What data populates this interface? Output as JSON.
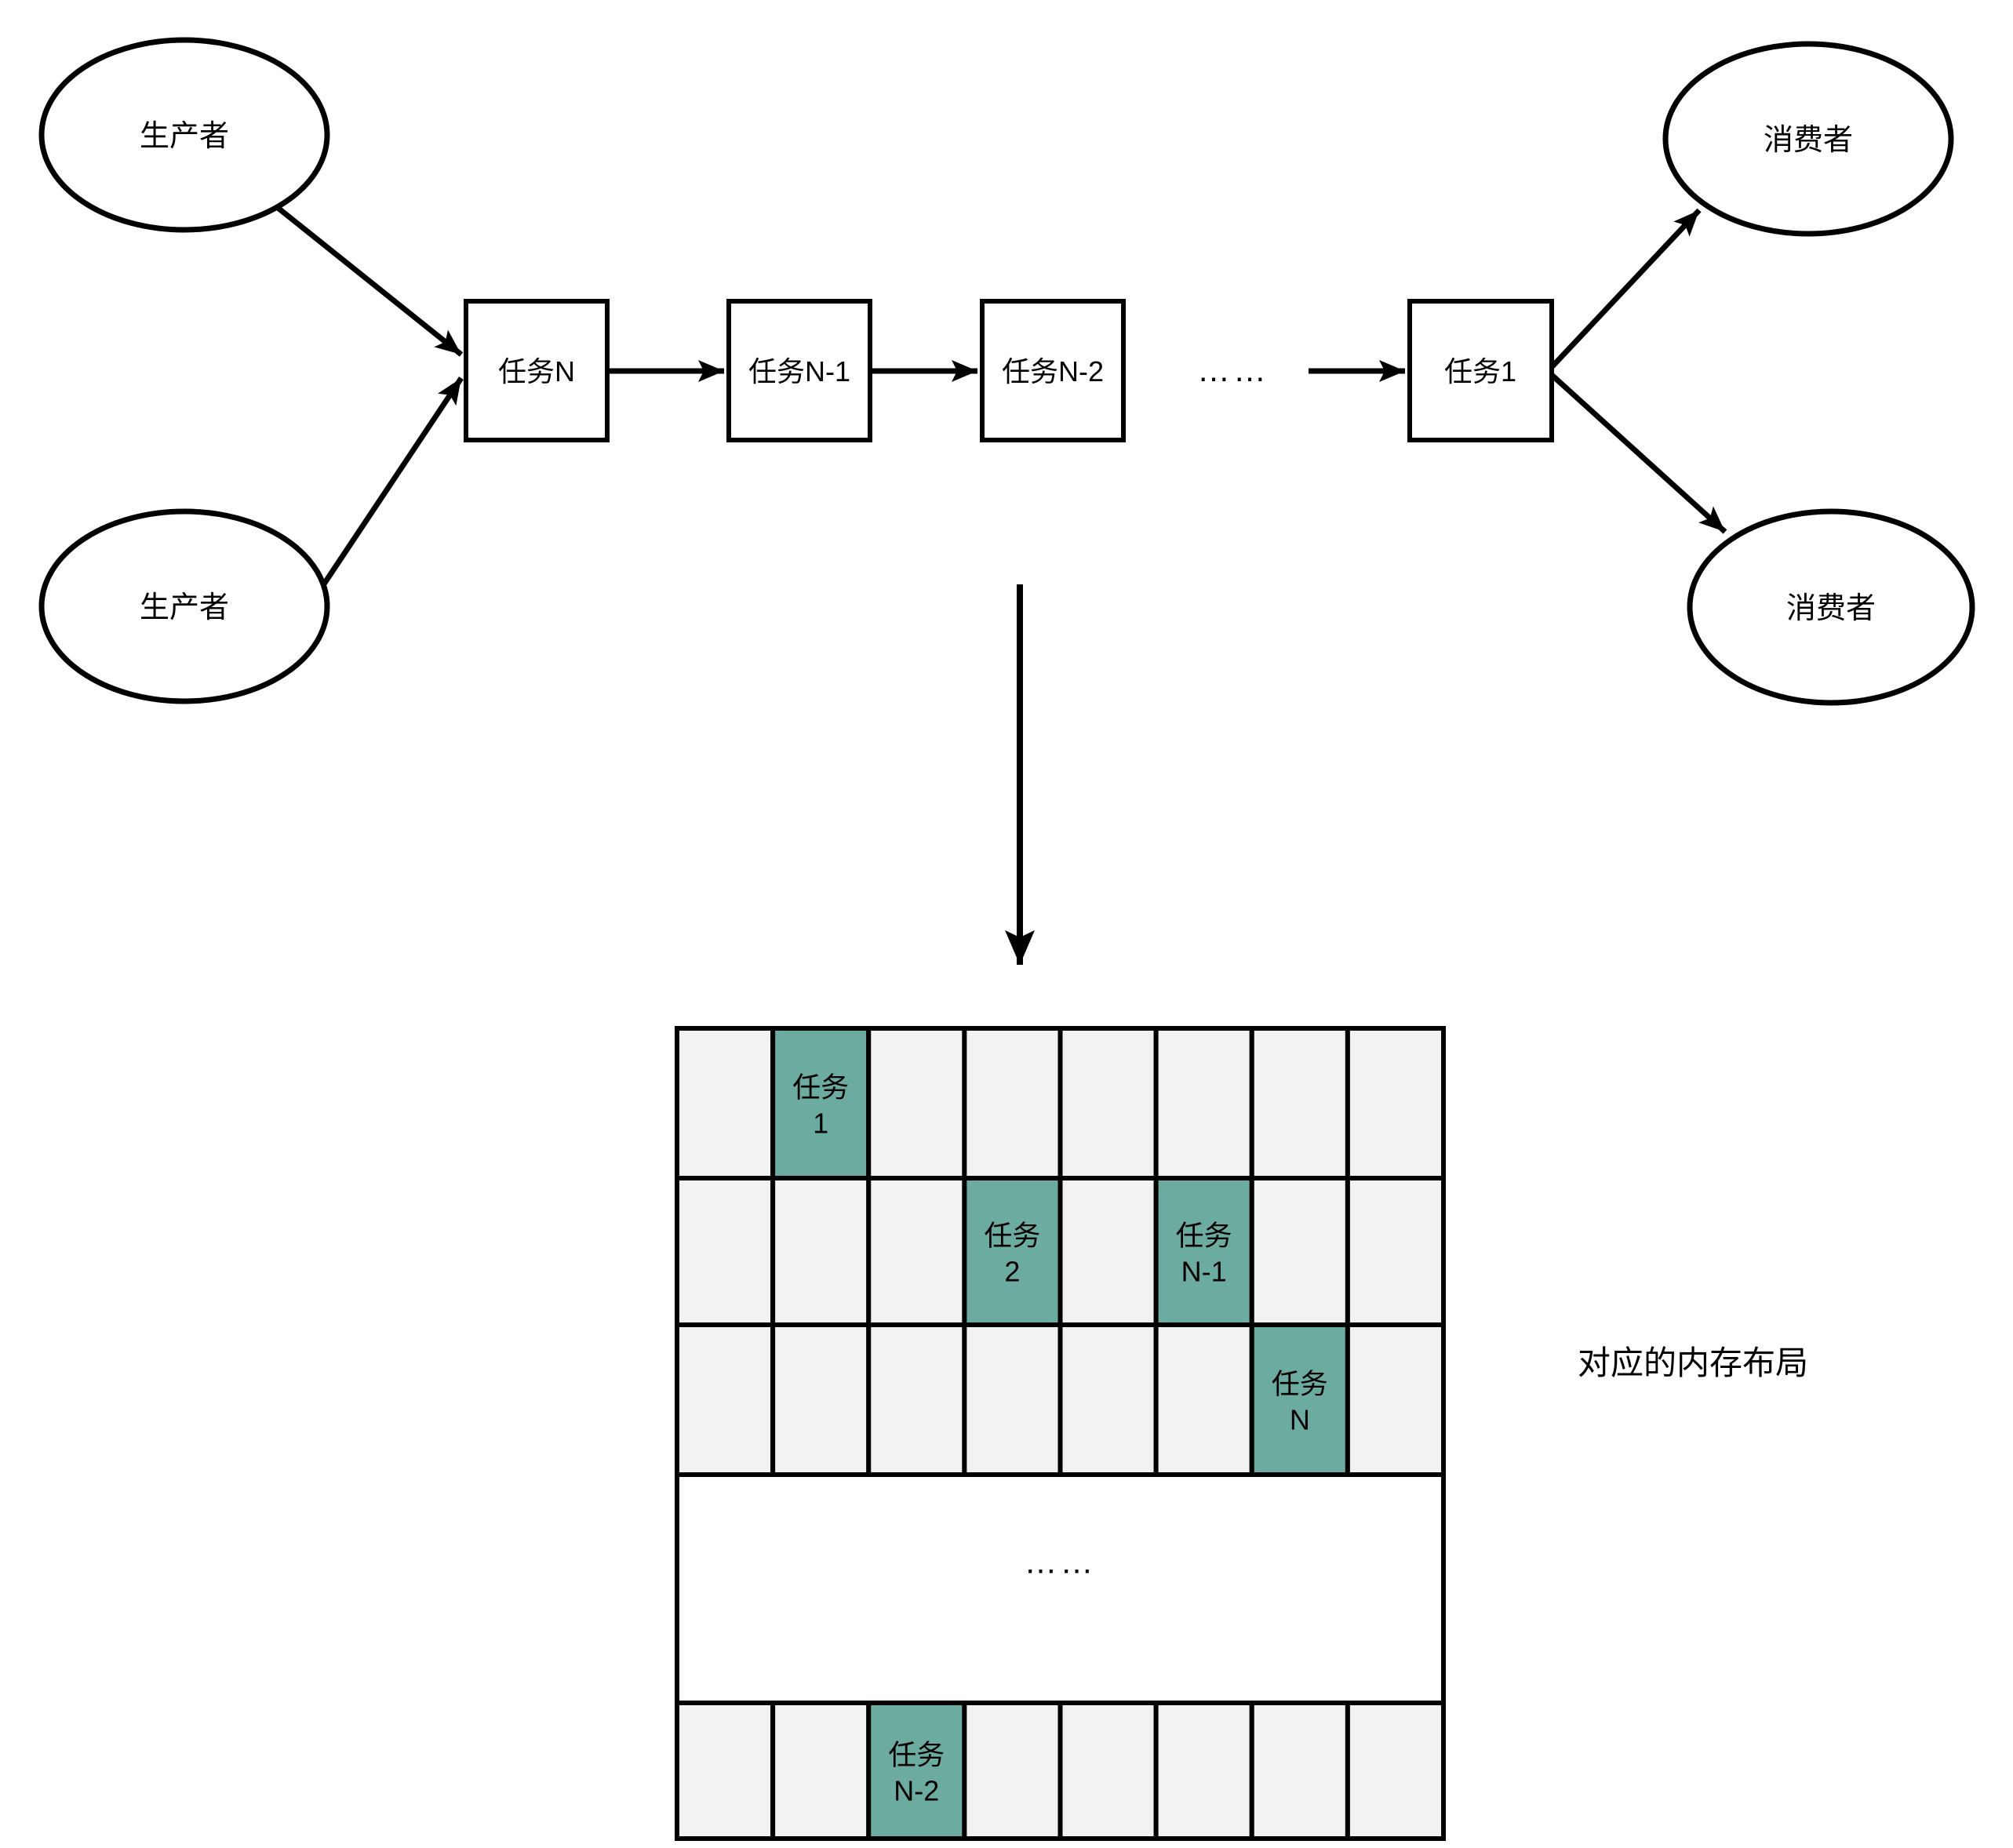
{
  "diagram": {
    "producers": [
      {
        "label": "生产者"
      },
      {
        "label": "生产者"
      }
    ],
    "consumers": [
      {
        "label": "消费者"
      },
      {
        "label": "消费者"
      }
    ],
    "tasks": [
      {
        "label": "任务N"
      },
      {
        "label": "任务N-1"
      },
      {
        "label": "任务N-2"
      },
      {
        "label": "任务1"
      }
    ],
    "pipeline_ellipsis": "……"
  },
  "memory": {
    "caption": "对应的内存布局",
    "columns": 8,
    "rows": [
      {
        "type": "cells",
        "highlights": [
          {
            "col": 2,
            "line1": "任务",
            "line2": "1"
          }
        ]
      },
      {
        "type": "cells",
        "highlights": [
          {
            "col": 4,
            "line1": "任务",
            "line2": "2"
          },
          {
            "col": 6,
            "line1": "任务",
            "line2": "N-1"
          }
        ]
      },
      {
        "type": "cells",
        "highlights": [
          {
            "col": 7,
            "line1": "任务",
            "line2": "N"
          }
        ]
      },
      {
        "type": "ellipsis",
        "label": "……"
      },
      {
        "type": "cells",
        "highlights": [
          {
            "col": 3,
            "line1": "任务",
            "line2": "N-2"
          }
        ]
      }
    ],
    "colors": {
      "cell_fill": "#f2f2f2",
      "highlight_fill": "#6cab9f",
      "stroke": "#000000",
      "ellipsis_row_fill": "#ffffff"
    }
  }
}
